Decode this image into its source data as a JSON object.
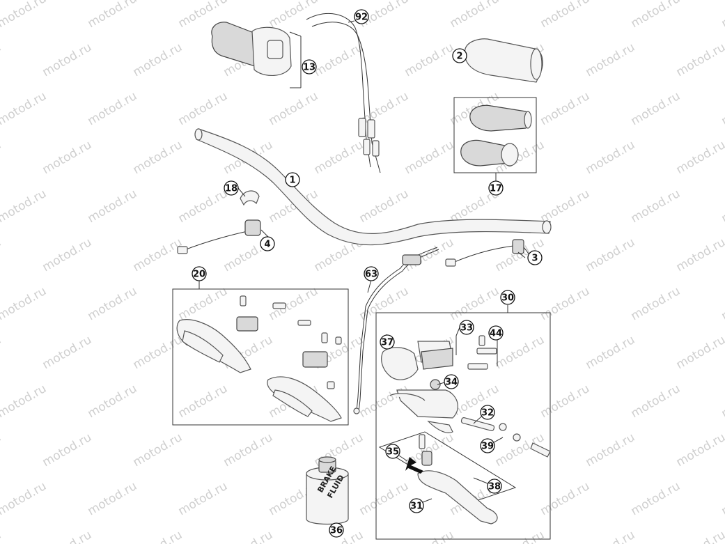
{
  "watermark": "motod.ru",
  "callouts": [
    {
      "id": "c1",
      "label": "1"
    },
    {
      "id": "c2",
      "label": "2"
    },
    {
      "id": "c3",
      "label": "3"
    },
    {
      "id": "c4",
      "label": "4"
    },
    {
      "id": "c13",
      "label": "13"
    },
    {
      "id": "c17",
      "label": "17"
    },
    {
      "id": "c18",
      "label": "18"
    },
    {
      "id": "c20",
      "label": "20"
    },
    {
      "id": "c30",
      "label": "30"
    },
    {
      "id": "c31",
      "label": "31"
    },
    {
      "id": "c32",
      "label": "32"
    },
    {
      "id": "c33",
      "label": "33"
    },
    {
      "id": "c34",
      "label": "34"
    },
    {
      "id": "c35",
      "label": "35"
    },
    {
      "id": "c36",
      "label": "36"
    },
    {
      "id": "c37",
      "label": "37"
    },
    {
      "id": "c38",
      "label": "38"
    },
    {
      "id": "c39",
      "label": "39"
    },
    {
      "id": "c44",
      "label": "44"
    },
    {
      "id": "c63",
      "label": "63"
    },
    {
      "id": "c92",
      "label": "92"
    }
  ],
  "bottle_label": {
    "line1": "BRAKE",
    "line2": "FLUID"
  }
}
